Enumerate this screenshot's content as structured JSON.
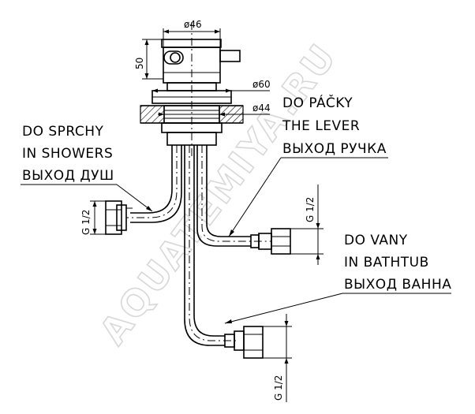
{
  "dimensions": {
    "body_diameter": "ø46",
    "body_height": "50",
    "flange_diameter": "ø60",
    "hole_diameter": "ø44",
    "thread_left": "G 1/2",
    "thread_middle": "G 1/2",
    "thread_bottom": "G 1/2"
  },
  "callouts": {
    "shower": [
      "DO SPRCHY",
      "IN SHOWERS",
      "ВЫХОД ДУШ"
    ],
    "lever": [
      "DO PÁČKY",
      "THE LEVER",
      "ВЫХОД РУЧКА"
    ],
    "bathtub": [
      "DO VANY",
      "IN BATHTUB",
      "ВЫХОД ВАННА"
    ]
  },
  "watermark": "AQUATEMIYA.RU",
  "colors": {
    "line": "#000000",
    "hatch": "#000000",
    "watermark": "#d8d8d8"
  }
}
